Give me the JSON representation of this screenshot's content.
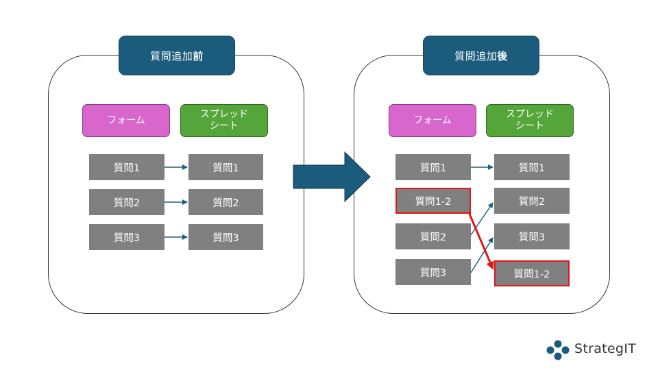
{
  "before": {
    "title": "質問追加",
    "title_bold": "前",
    "form_header": "フォーム",
    "sheet_header_line1": "スプレッド",
    "sheet_header_line2": "シート",
    "form_items": [
      "質問1",
      "質問2",
      "質問3"
    ],
    "sheet_items": [
      "質問1",
      "質問2",
      "質問3"
    ]
  },
  "after": {
    "title": "質問追加",
    "title_bold": "後",
    "form_header": "フォーム",
    "sheet_header_line1": "スプレッド",
    "sheet_header_line2": "シート",
    "form_items": [
      "質問1",
      "質問1-2",
      "質問2",
      "質問3"
    ],
    "sheet_items": [
      "質問1",
      "質問2",
      "質問3",
      "質問1-2"
    ]
  },
  "logo": {
    "text": "StrategIT"
  },
  "colors": {
    "title_bg": "#1b5b7b",
    "form_header": "#d966cc",
    "sheet_header": "#55a63a",
    "item_bg": "#808080",
    "highlight": "#e01818",
    "connector": "#1f5f80",
    "big_arrow": "#1b5b7b"
  }
}
